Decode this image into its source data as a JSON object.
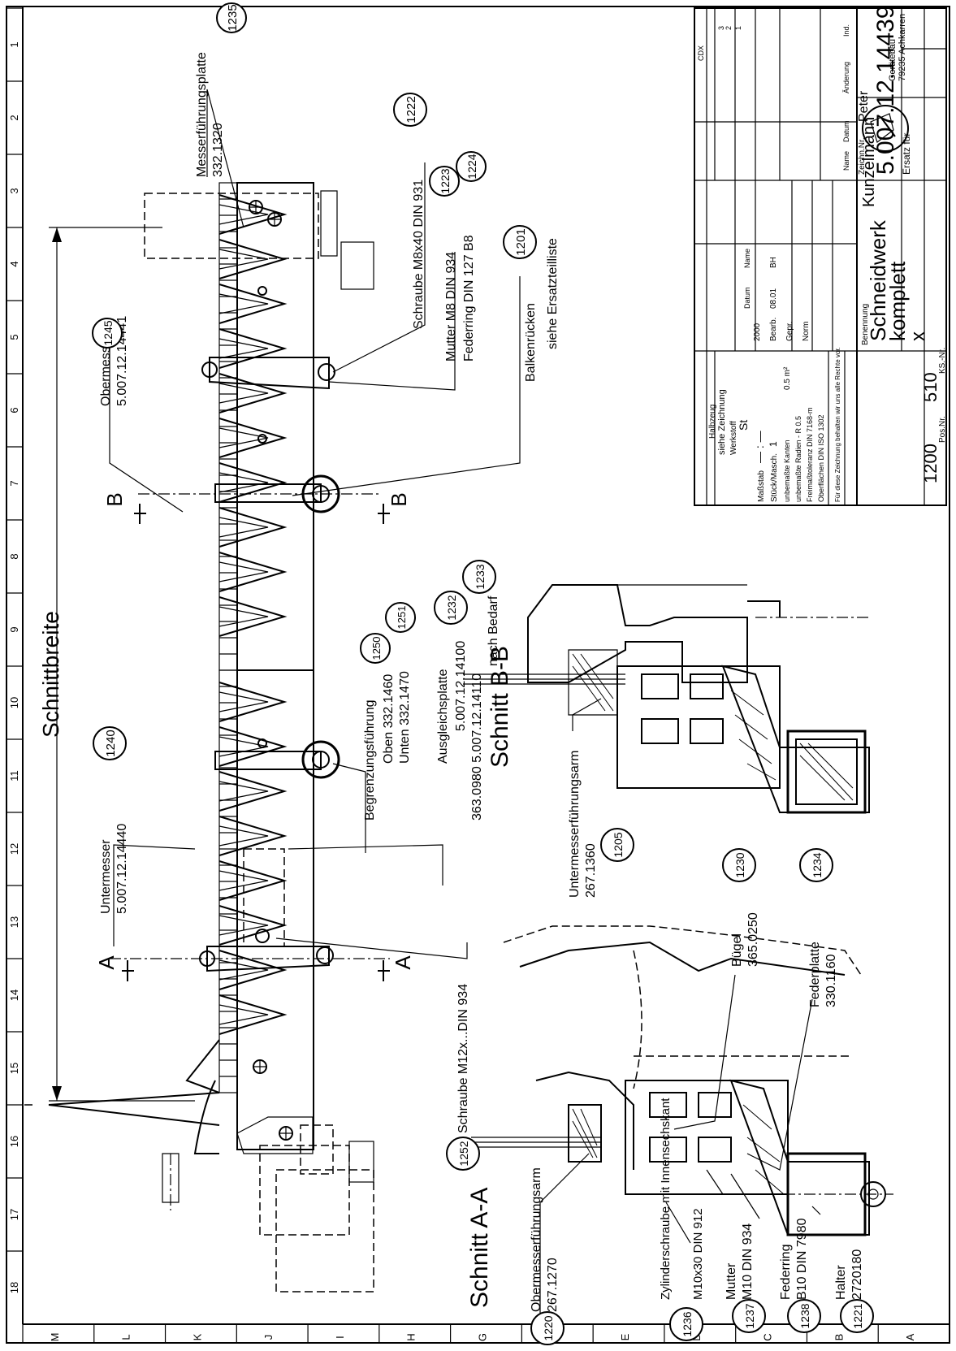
{
  "border": {
    "side_numbers": [
      "1",
      "2",
      "3",
      "4",
      "5",
      "6",
      "7",
      "8",
      "9",
      "10",
      "11",
      "12",
      "13",
      "14",
      "15",
      "16",
      "17",
      "18"
    ],
    "bottom_letters": [
      "M",
      "L",
      "K",
      "J",
      "I",
      "H",
      "G",
      "F",
      "E",
      "D",
      "C",
      "B",
      "A"
    ]
  },
  "headings": {
    "schnittbreite": "Schnittbreite",
    "section_aa": "Schnitt A-A",
    "section_bb": "Schnitt B-B",
    "marker_a": "A",
    "marker_b": "B"
  },
  "callouts": [
    {
      "num": "1235",
      "title": "Messerführungsplatte",
      "code": "332.1320"
    },
    {
      "num": "1222",
      "title": "Schraube M8x40 DIN 931",
      "code": ""
    },
    {
      "num": "1223",
      "title": "Mutter M8 DIN 934",
      "code": ""
    },
    {
      "num": "1224",
      "title": "Federring DIN 127 B8",
      "code": ""
    },
    {
      "num": "1201",
      "title": "Balkenrücken",
      "code": "siehe Ersatzteilliste"
    },
    {
      "num": "1245",
      "title": "Obermesser",
      "code": "5.007.12.14441"
    },
    {
      "num": "1240",
      "title": "Untermesser",
      "code": "5.007.12.14440"
    },
    {
      "num": "1250",
      "title": "Begrenzungsführung",
      "code": ""
    },
    {
      "num": "1251",
      "title": "",
      "code": ""
    },
    {
      "num": "1232",
      "title": "Ausgleichsplatte",
      "code": ""
    },
    {
      "num": "1233",
      "title": "",
      "code": ""
    },
    {
      "num": "1252",
      "title": "Schraube M12x...DIN 934",
      "code": ""
    },
    {
      "num": "1205",
      "title": "Untermesserführungsarm",
      "code": "267.1360"
    },
    {
      "num": "1230",
      "title": "Bügel",
      "code": "365.0250"
    },
    {
      "num": "1234",
      "title": "Federplatte",
      "code": "330.1160"
    },
    {
      "num": "1220",
      "title": "Obermesserführungsarm",
      "code": "267.1270"
    },
    {
      "num": "1236",
      "title": "Zylinderschraube mit Innensechskant",
      "code": "M10x30 DIN 912"
    },
    {
      "num": "1237",
      "title": "Mutter",
      "code": "M10 DIN 934"
    },
    {
      "num": "1238",
      "title": "Federring",
      "code": "B10 DIN 7980"
    },
    {
      "num": "1221",
      "title": "Halter",
      "code": "2720180"
    }
  ],
  "notes": {
    "begrenzung_oben": "Oben   332.1460",
    "begrenzung_unten": "Unten   332.1470",
    "ausgleich_line1": "5.007.12.14100",
    "ausgleich_line2": "363.0980  5.007.12.14110",
    "ausgleich_line3": "nach Bedarf"
  },
  "title_block": {
    "ks_no": "510",
    "ks_label": "KS.-Nr.",
    "pos_no": "1200",
    "pos_label": "Pos.Nr.",
    "benennung_label": "Benennung",
    "name_line1": "Schneidwerk",
    "name_line2": "komplett",
    "name_line3": "x",
    "zeichn_label": "Zeichn.Nr.",
    "drawing_number": "5.007.12.14439",
    "ersatz_label": "Ersatz für",
    "company_line1": "Peter",
    "company_line2": "Kunzelmann",
    "company_line3": "Gerätebau",
    "company_line4": "79235 Achkarren",
    "halbzeug_label": "Halbzeug",
    "halbzeug_value": "siehe Zeichnung",
    "werkstoff_label": "Werkstoff",
    "werkstoff_value": "St",
    "massstab_label": "Maßstab",
    "massstab_value": "— : —",
    "stueck_label": "Stück/Masch.",
    "stueck_value": "1",
    "oberfl_value": "0.5 m²",
    "toleranz1": "unbemaßte Kanten",
    "toleranz2": "unbemaßte Radien - R 0.5",
    "toleranz3": "Freimaßtoleranz DIN 7168-m",
    "toleranz4": "Oberflächen DIN ISO 1302",
    "schutz_note": "Für diese Zeichnung behalten wir uns alle Rechte vor.",
    "datum_label": "Datum",
    "name_label": "Name",
    "datum_value": "08.01",
    "name_value": "BH",
    "bearb_label": "Bearb.",
    "gepr_label": "Gepr.",
    "norm_label": "Norm",
    "year_value": "2000",
    "index_rows": [
      "3",
      "2",
      "1"
    ],
    "index_label": "Ind.",
    "aenderung_label": "Änderung",
    "rev_datum_label": "Datum",
    "rev_name_label": "Name",
    "cad_label": "CDX"
  }
}
